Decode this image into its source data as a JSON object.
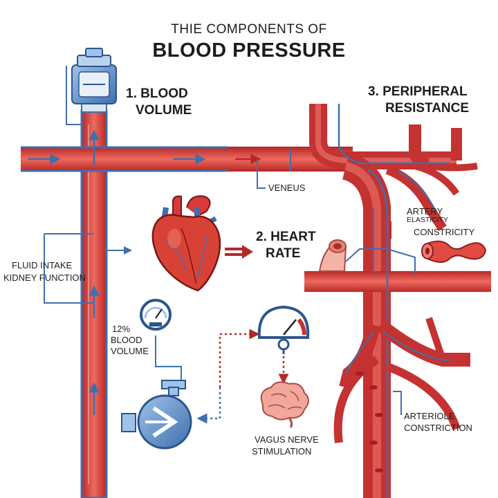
{
  "title": {
    "line1": "THIE COMPONENTS OF",
    "line2": "BLOOD PRESSURE"
  },
  "sections": {
    "blood_volume": {
      "line1": "1. BLOOD",
      "line2": "VOLUME"
    },
    "heart_rate": {
      "line1": "2. HEART",
      "line2": "RATE"
    },
    "peripheral_resistance": {
      "line1": "3. PERIPHERAL",
      "line2": "RESISTANCE"
    }
  },
  "labels": {
    "veneus": "VENEUS",
    "fluid_line1": "FLUID INTAKE",
    "fluid_line2": "KIDNEY FUNCTION",
    "gauge_line1": "12%",
    "gauge_line2": "BLOOD",
    "gauge_line3": "VOLUME",
    "artery": "ARTERY",
    "elasticity": "ELASTICITY",
    "constricity": "CONSTRICITY",
    "vagus_line1": "VAGUS NERVE",
    "vagus_line2": "STIMULATION",
    "arteriole_line1": "ARTERIOLE",
    "arteriole_line2": "CONSTRICTION"
  },
  "colors": {
    "artery_red": "#d63a3a",
    "vein_blue": "#3f6fae",
    "ink": "#1c1c1c"
  },
  "icons": [
    "pump-device-icon",
    "heart-icon",
    "gauge-icon",
    "brain-icon",
    "pump-icon",
    "artery-segment-icon",
    "constricted-vessel-icon"
  ]
}
